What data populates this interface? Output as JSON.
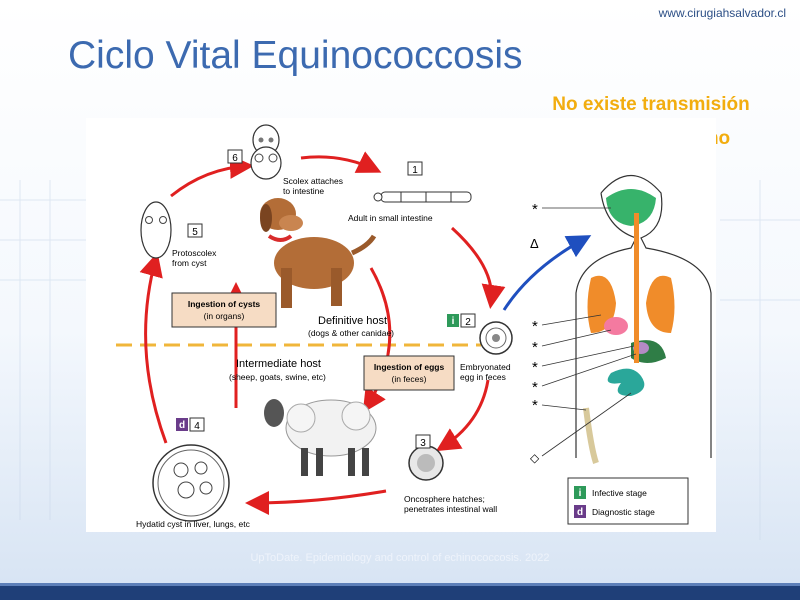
{
  "header": {
    "website": "www.cirugiahsalvador.cl",
    "title": "Ciclo Vital Equinococcosis"
  },
  "note": {
    "line1": "No existe transmisión",
    "line2": "Humano-Humano"
  },
  "diagram": {
    "steps": {
      "s1": {
        "num": "1",
        "label": "Adult in small intestine"
      },
      "s2": {
        "num": "2",
        "badge": "i",
        "label1": "Embryonated",
        "label2": "egg in feces"
      },
      "s3": {
        "num": "3",
        "label1": "Oncosphere hatches;",
        "label2": "penetrates intestinal wall"
      },
      "s4": {
        "num": "4",
        "badge": "d",
        "label": "Hydatid cyst in liver, lungs, etc"
      },
      "s5": {
        "num": "5",
        "label1": "Protoscolex",
        "label2": "from cyst"
      },
      "s6": {
        "num": "6",
        "label1": "Scolex attaches",
        "label2": "to intestine"
      }
    },
    "definitive_host": {
      "title": "Definitive host",
      "detail": "(dogs & other canidae)"
    },
    "intermediate_host": {
      "title": "Intermediate host",
      "detail": "(sheep, goats, swine, etc)"
    },
    "ingestion_cysts": {
      "line1": "Ingestion of cysts",
      "line2": "(in organs)"
    },
    "ingestion_eggs": {
      "line1": "Ingestion of eggs",
      "line2": "(in feces)"
    },
    "human_markers": {
      "star": "*",
      "delta": "Δ",
      "diamond": "◇"
    },
    "legend": {
      "infective": {
        "badge": "i",
        "label": "Infective stage"
      },
      "diagnostic": {
        "badge": "d",
        "label": "Diagnostic stage"
      }
    }
  },
  "source": "UpToDate. Epidemiology and control of echinococcosis. 2022",
  "colors": {
    "title": "#3c6ab0",
    "note": "#f2ad0f",
    "arrow_red": "#e02020",
    "arrow_blue": "#1f4fbf",
    "label_box": "#f6dcc4",
    "badge_green": "#2e9a5a",
    "badge_purple": "#6a3c8a"
  }
}
